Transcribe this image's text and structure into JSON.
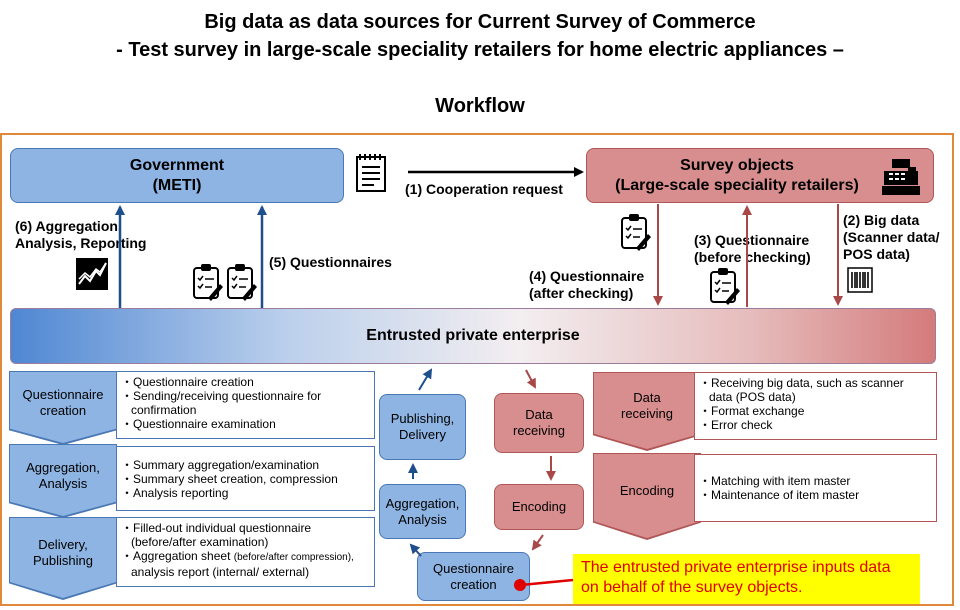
{
  "header": {
    "title_line1": "Big data as data sources for Current Survey of Commerce",
    "title_line2": "- Test survey in large-scale speciality retailers for home electric appliances –",
    "subtitle": "Workflow"
  },
  "top": {
    "government": {
      "line1": "Government",
      "line2": "(METI)"
    },
    "survey_objects": {
      "line1": "Survey objects",
      "line2": "(Large-scale speciality retailers)"
    },
    "enterprise": "Entrusted private enterprise"
  },
  "arrows": {
    "step1": "(1) Cooperation request",
    "step2": [
      "(2) Big data",
      "(Scanner data/",
      "POS data)"
    ],
    "step3": [
      "(3) Questionnaire",
      "(before checking)"
    ],
    "step4": [
      "(4) Questionnaire",
      "(after checking)"
    ],
    "step5": "(5) Questionnaires",
    "step6": [
      "(6) Aggregation,",
      "Analysis, Reporting"
    ]
  },
  "left_process": [
    {
      "label": [
        "Questionnaire",
        "creation"
      ],
      "items": [
        "・Questionnaire creation",
        "・Sending/receiving questionnaire for",
        "confirmation",
        "・Questionnaire examination"
      ]
    },
    {
      "label": [
        "Aggregation,",
        "Analysis"
      ],
      "items": [
        "・Summary aggregation/examination",
        "・Summary sheet creation, compression",
        "・Analysis reporting"
      ]
    },
    {
      "label": [
        "Delivery,",
        "Publishing"
      ],
      "items": [
        "・Filled-out individual questionnaire",
        "(before/after examination)",
        "・Aggregation sheet",
        "(before/after compression),",
        "analysis report (internal/ external)"
      ]
    }
  ],
  "cycle": {
    "publishing": [
      "Publishing,",
      "Delivery"
    ],
    "aggregation": [
      "Aggregation,",
      "Analysis"
    ],
    "data_receiving": [
      "Data",
      "receiving"
    ],
    "encoding": "Encoding",
    "questionnaire": [
      "Questionnaire",
      "creation"
    ]
  },
  "right_process": [
    {
      "label": [
        "Data",
        "receiving"
      ],
      "items": [
        "・Receiving big data, such as scanner",
        "data (POS data)",
        "・Format exchange",
        "・Error check"
      ]
    },
    {
      "label": [
        "Encoding"
      ],
      "items": [
        "・Matching with item master",
        "・Maintenance of item master"
      ]
    }
  ],
  "note": "The entrusted private enterprise inputs data on behalf of the survey objects.",
  "icons": {
    "document": "notepad-icon",
    "clipboard": "clipboard-check-icon",
    "chart": "line-chart-icon",
    "register": "cash-register-icon",
    "barcode": "barcode-icon"
  },
  "colors": {
    "gov_blue": "#8db4e2",
    "survey_red": "#d88e8e",
    "frame_orange": "#e0893a",
    "arrow_blue": "#1f4e8c",
    "arrow_red": "#a84848",
    "note_yellow": "#ffff00",
    "note_text": "#e00000"
  }
}
